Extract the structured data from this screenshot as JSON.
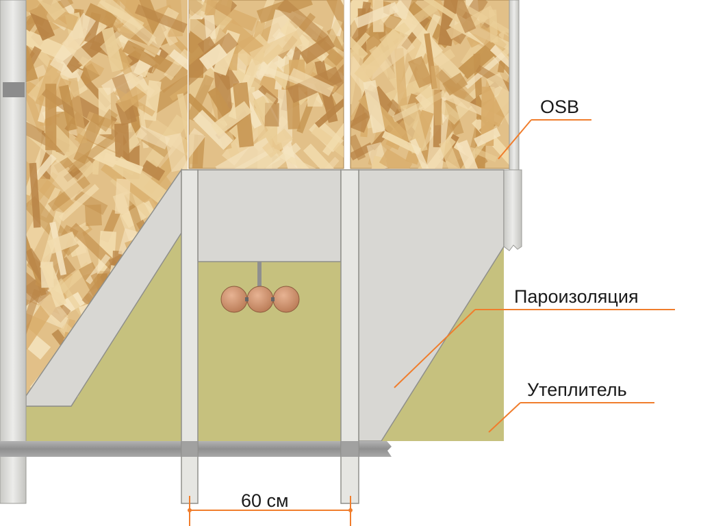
{
  "labels": {
    "osb": "OSB",
    "vapor_barrier": "Пароизоляция",
    "insulation": "Утеплитель",
    "spacing": "60 см"
  },
  "colors": {
    "osb_base": "#e2c088",
    "osb_chip_light": "#f2dcae",
    "osb_chip_dark": "#c5934f",
    "insulation": "#c6c17e",
    "vapor_barrier": "#d8d7d3",
    "stud": "#e6e6e2",
    "beam": "#9b9b9b",
    "leader": "#f07d2c",
    "wire_ball": "#d69a76"
  }
}
